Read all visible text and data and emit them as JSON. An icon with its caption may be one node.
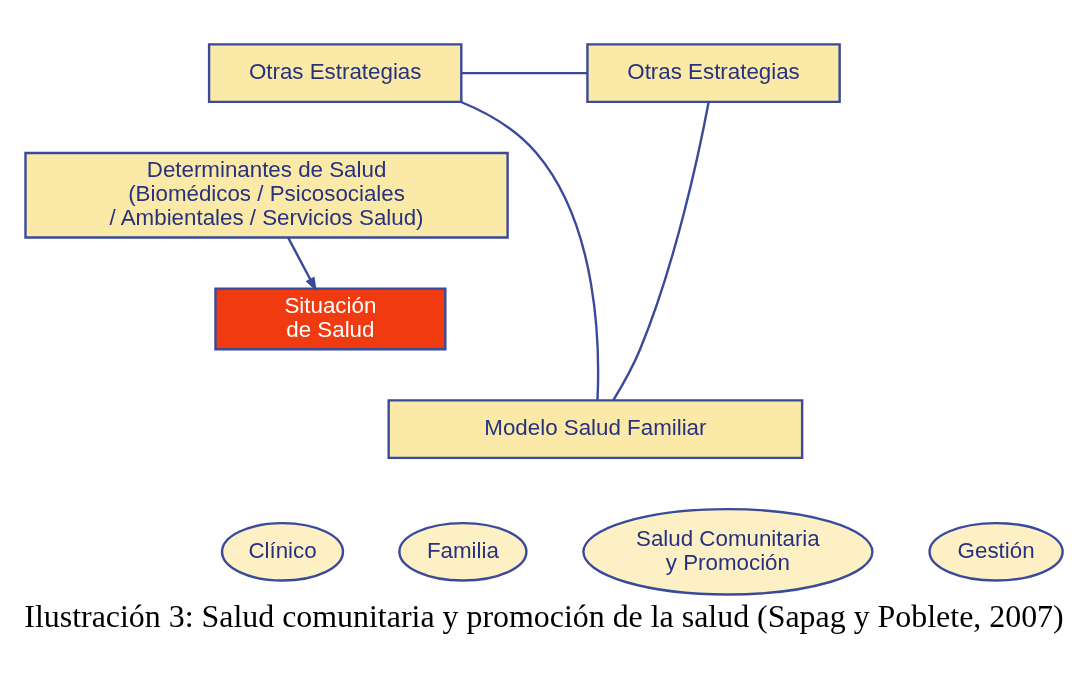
{
  "diagram": {
    "caption": "Ilustración 3: Salud comunitaria y promoción de la salud (Sapag y Poblete, 2007)",
    "nodes": [
      {
        "text": [
          "Otras Estrategias"
        ]
      },
      {
        "text": [
          "Otras Estrategias"
        ]
      },
      {
        "text": [
          "Determinantes de Salud (Biomédicos / Psicosociales / Ambientales / Servicios Salud)"
        ]
      },
      {
        "text": [
          "Situación de Salud"
        ]
      },
      {
        "text": [
          "Modelo Salud Familiar"
        ]
      },
      {
        "text": [
          "Clínico"
        ]
      },
      {
        "text": [
          "Familia"
        ]
      },
      {
        "text": [
          "Salud Comunitaria y Promoción"
        ]
      },
      {
        "text": [
          "Gestión"
        ]
      }
    ],
    "edges": [
      {
        "from": 0,
        "to": 1,
        "arrow": "none"
      },
      {
        "from": 0,
        "to": 4,
        "arrow": "none"
      },
      {
        "from": 1,
        "to": 4,
        "arrow": "none"
      },
      {
        "from": 2,
        "to": 3,
        "arrow": "to"
      }
    ]
  }
}
